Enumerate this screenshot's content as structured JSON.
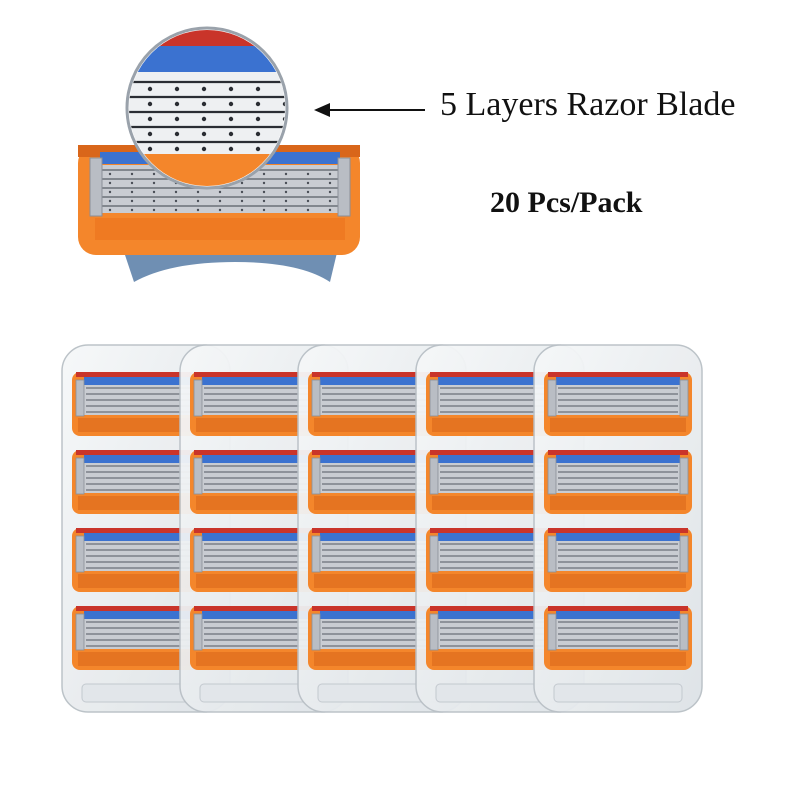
{
  "annotations": {
    "layers_label": "5 Layers Razor Blade",
    "pack_label": "20 Pcs/Pack"
  },
  "pack": {
    "columns": 5,
    "rows": 4
  },
  "colors": {
    "cartridge_orange": "#f4862b",
    "cartridge_orange_dark": "#d9661a",
    "blade_blue": "#3b72d0",
    "blade_steel": "#c9ccd2",
    "handle_blue": "#6f8fb3",
    "case_clear": "#e8ecef",
    "red_strip": "#c9342a"
  },
  "icons": {
    "arrow": "arrow-left-icon",
    "magnifier": "magnifier-circle-icon"
  }
}
